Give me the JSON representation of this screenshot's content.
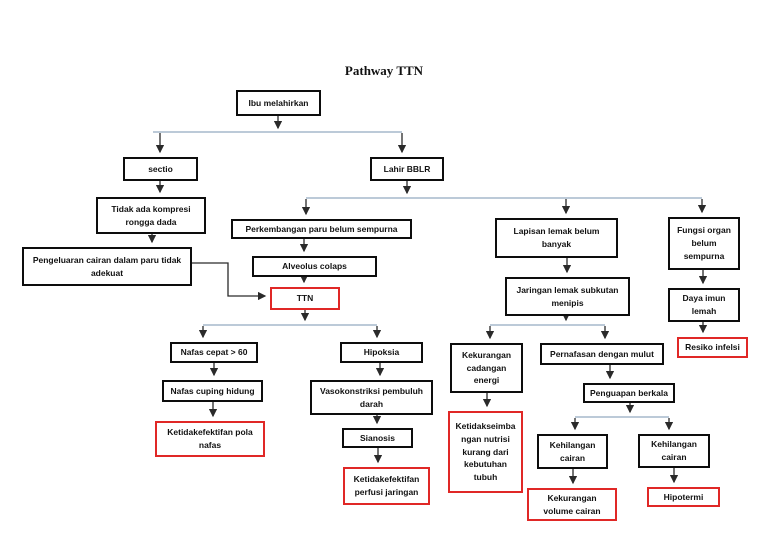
{
  "page": {
    "title": "Pathway TTN",
    "background": "#ffffff"
  },
  "diagram": {
    "type": "flowchart",
    "colors": {
      "node_border": "#0d0d0d",
      "outcome_border": "#e02826",
      "arrow_line": "#2a2a2a",
      "distributor_line": "#a5b8cc",
      "text": "#111111"
    },
    "nodes": [
      {
        "id": "ibu-melahirkan",
        "label": "Ibu melahirkan",
        "type": "process"
      },
      {
        "id": "sectio",
        "label": "sectio",
        "type": "process"
      },
      {
        "id": "lahir-bblr",
        "label": "Lahir BBLR",
        "type": "process"
      },
      {
        "id": "tidak-ada-kompresi",
        "label": "Tidak ada kompresi rongga dada",
        "type": "process"
      },
      {
        "id": "pengeluaran-cairan",
        "label": "Pengeluaran cairan dalam paru tidak adekuat",
        "type": "process"
      },
      {
        "id": "perkembangan-paru",
        "label": "Perkembangan paru belum sempurna",
        "type": "process"
      },
      {
        "id": "alveolus-colaps",
        "label": "Alveolus colaps",
        "type": "process"
      },
      {
        "id": "ttn",
        "label": "TTN",
        "type": "outcome"
      },
      {
        "id": "lapisan-lemak",
        "label": "Lapisan lemak belum banyak",
        "type": "process"
      },
      {
        "id": "fungsi-organ",
        "label": "Fungsi organ belum sempurna",
        "type": "process"
      },
      {
        "id": "jaringan-lemak",
        "label": "Jaringan lemak subkutan menipis",
        "type": "process"
      },
      {
        "id": "daya-imun",
        "label": "Daya imun lemah",
        "type": "process"
      },
      {
        "id": "nafas-cepat",
        "label": "Nafas cepat > 60",
        "type": "process"
      },
      {
        "id": "hipoksia",
        "label": "Hipoksia",
        "type": "process"
      },
      {
        "id": "nafas-cuping",
        "label": "Nafas cuping hidung",
        "type": "process"
      },
      {
        "id": "vasokonstriksi",
        "label": "Vasokonstriksi pembuluh darah",
        "type": "process"
      },
      {
        "id": "kekurangan-energi",
        "label": "Kekurangan cadangan energi",
        "type": "process"
      },
      {
        "id": "pernafasan-mulut",
        "label": "Pernafasan dengan mulut",
        "type": "process"
      },
      {
        "id": "resiko-infeksi",
        "label": "Resiko infelsi",
        "type": "outcome"
      },
      {
        "id": "penguapan-berkala",
        "label": "Penguapan berkala",
        "type": "process"
      },
      {
        "id": "ketidakefektifan-pola-nafas",
        "label": "Ketidakefektifan pola nafas",
        "type": "outcome"
      },
      {
        "id": "sianosis",
        "label": "Sianosis",
        "type": "process"
      },
      {
        "id": "ketidakefektifan-perfusi",
        "label": "Ketidakefektifan perfusi jaringan",
        "type": "outcome"
      },
      {
        "id": "ketidakseimbangan-nutrisi",
        "label": "Ketidakseimbangan nutrisi kurang dari kebutuhan tubuh",
        "type": "outcome"
      },
      {
        "id": "kehilangan-cairan-1",
        "label": "Kehilangan cairan",
        "type": "process"
      },
      {
        "id": "kekurangan-volume-cairan",
        "label": "Kekurangan volume cairan",
        "type": "outcome"
      },
      {
        "id": "kehilangan-cairan-2",
        "label": "Kehilangan cairan",
        "type": "process"
      },
      {
        "id": "hipotermi",
        "label": "Hipotermi",
        "type": "outcome"
      }
    ]
  }
}
